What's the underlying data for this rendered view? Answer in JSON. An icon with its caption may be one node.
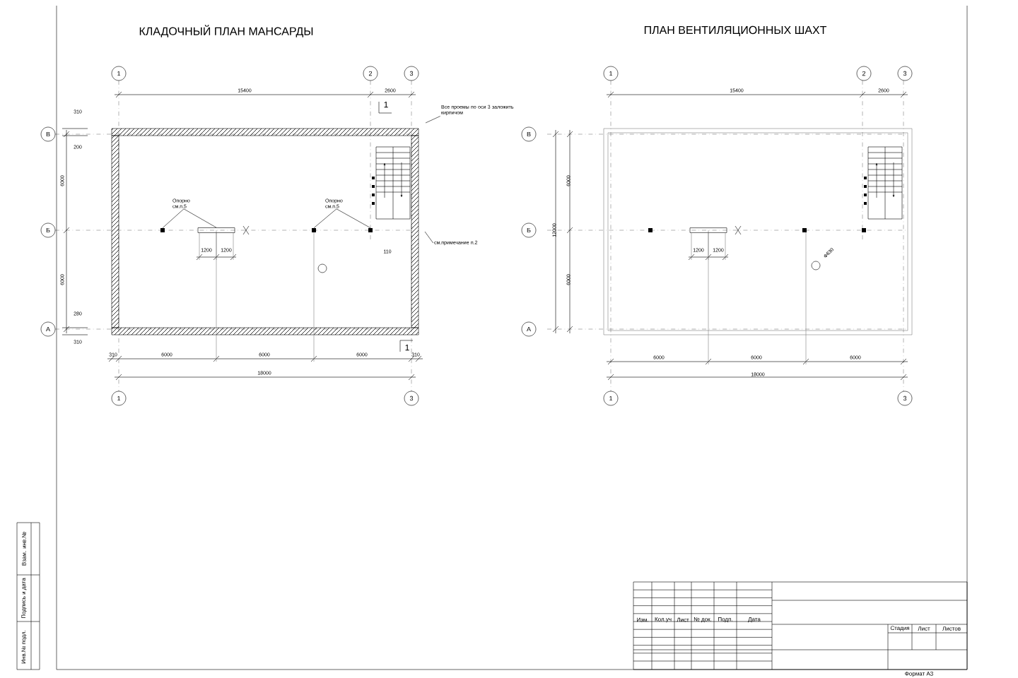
{
  "diagram": {
    "nodes": [
      {
        "text": [
          "1"
        ]
      },
      {
        "text": [
          "2"
        ]
      },
      {
        "text": [
          "3"
        ]
      },
      {
        "text": [
          "В"
        ]
      },
      {
        "text": [
          "Б"
        ]
      },
      {
        "text": [
          "А"
        ]
      },
      {
        "text": [
          "1"
        ]
      },
      {
        "text": [
          "3"
        ]
      },
      {
        "text": [
          "Все проемы по оси 3 заложить кирпичом"
        ]
      },
      {
        "text": [
          "Опорно см.п.5"
        ]
      },
      {
        "text": [
          "Опорно см.п.5"
        ]
      },
      {
        "text": [
          "см.примечание п.2"
        ]
      },
      {
        "text": [],
        "shape": "box"
      },
      {
        "text": [],
        "shape": "bar"
      },
      {
        "text": [],
        "shape": "box"
      },
      {
        "text": [],
        "shape": "box"
      },
      {
        "text": [
          "1"
        ]
      },
      {
        "text": [
          "2"
        ]
      },
      {
        "text": [
          "3"
        ]
      },
      {
        "text": [
          "В"
        ]
      },
      {
        "text": [
          "Б"
        ]
      },
      {
        "text": [
          "А"
        ]
      },
      {
        "text": [
          "1"
        ]
      },
      {
        "text": [
          "3"
        ]
      }
    ],
    "edges": [
      {
        "from": 8,
        "to": null,
        "arrow": "none"
      },
      {
        "from": 9,
        "to": 12,
        "arrow": "none"
      },
      {
        "from": 9,
        "to": 13,
        "arrow": "none"
      },
      {
        "from": 10,
        "to": 14,
        "arrow": "none"
      },
      {
        "from": 10,
        "to": 15,
        "arrow": "none"
      },
      {
        "from": 11,
        "to": null,
        "arrow": "none"
      }
    ],
    "labels": [
      "КЛАДОЧНЫЙ ПЛАН МАНСАРДЫ",
      "ПЛАН ВЕНТИЛЯЦИОННЫХ ШАХТ",
      "15400",
      "2600",
      "15400",
      "2600",
      "1",
      "310",
      "200",
      "6000",
      "12000",
      "6000",
      "1200",
      "1200",
      "110",
      "1200",
      "1200",
      "Ф630",
      "6000",
      "6000",
      "280",
      "310",
      "1",
      "310",
      "6000",
      "6000",
      "6000",
      "310",
      "6000",
      "6000",
      "6000",
      "18000",
      "18000",
      "Изм.",
      "Кол.уч",
      "Лист",
      "№ док.",
      "Подп.",
      "Дата",
      "Стадия",
      "Лист",
      "Листов",
      "Формат А3",
      "Взам. инв.№",
      "Подпись и дата",
      "Инв.№ подл."
    ]
  }
}
